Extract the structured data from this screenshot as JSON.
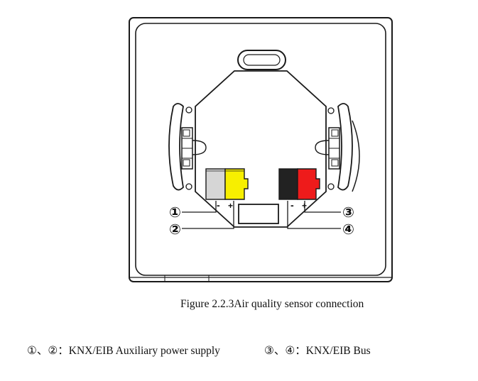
{
  "figure": {
    "caption": "Figure 2.2.3Air quality sensor connection",
    "terminal_labels": {
      "1": "①",
      "2": "②",
      "3": "③",
      "4": "④"
    },
    "polarity_left": {
      "minus": "-",
      "plus": "+"
    },
    "polarity_right": {
      "minus": "-",
      "plus": "+"
    },
    "colors": {
      "left_terminal_1": "#d6d6d6",
      "left_terminal_2": "#f7ef00",
      "right_terminal_1": "#222222",
      "right_terminal_2": "#ee1b1b",
      "outline": "#1a1a1a"
    }
  },
  "legend": {
    "aux_power": "①、②：KNX/EIB Auxiliary power supply",
    "bus": "③、④：KNX/EIB Bus"
  }
}
